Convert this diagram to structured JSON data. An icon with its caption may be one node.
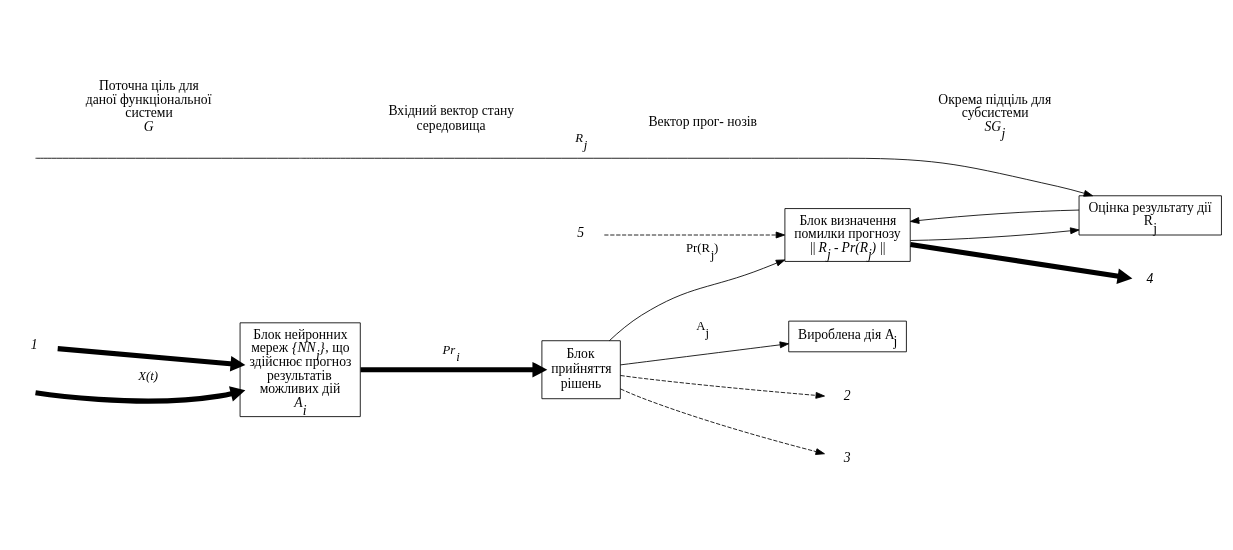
{
  "diagram": {
    "nodes": [
      {
        "text": [
          "Блок нейронних мереж *{NN$_{i}$}*, що здійснює прогноз результатів можливих дій *A$_{i}$*"
        ]
      },
      {
        "text": [
          "Блок прийняття рішень"
        ]
      },
      {
        "text": [
          "Блок визначення помилки прогнозу || *R$_{j}$* - *Pr(R$_{j}$)* ||"
        ]
      },
      {
        "text": [
          "Оцінка результату дії R$_{j}$"
        ]
      },
      {
        "text": [
          "Вироблена дія A$_{j}$"
        ]
      },
      {
        "text": [
          "*1*"
        ]
      },
      {
        "text": [
          "*2*"
        ]
      },
      {
        "text": [
          "*3*"
        ]
      },
      {
        "text": [
          "*4*"
        ]
      },
      {
        "text": [
          "*5*"
        ]
      }
    ],
    "edges": [
      {
        "from": null,
        "to": 0,
        "arrow": "to",
        "label": "*X(t)*",
        "style": "thick"
      },
      {
        "from": 5,
        "to": 0,
        "arrow": "to",
        "style": "thick"
      },
      {
        "from": 0,
        "to": 1,
        "arrow": "to",
        "label": "*Pr$_{i}$*",
        "style": "thick"
      },
      {
        "from": 1,
        "to": 6,
        "arrow": "to",
        "style": "dashed"
      },
      {
        "from": 1,
        "to": 7,
        "arrow": "to",
        "style": "dashed"
      },
      {
        "from": 1,
        "to": 2,
        "arrow": "to",
        "label": "Pr(R$_{j}$)"
      },
      {
        "from": 1,
        "to": 4,
        "arrow": "to",
        "label": "A$_{j}$"
      },
      {
        "from": 2,
        "to": 8,
        "arrow": "to",
        "style": "thick"
      },
      {
        "from": 9,
        "to": 2,
        "arrow": "to",
        "style": "dashed"
      },
      {
        "from": 2,
        "to": 3,
        "arrow": "to"
      },
      {
        "from": 3,
        "to": 2,
        "arrow": "to"
      },
      {
        "from": null,
        "to": 3,
        "arrow": "to",
        "label": "*R$_{j}$*"
      }
    ],
    "labels": [
      "Поточна ціль для даної функціональної системи *G*",
      "Вхідний вектор стану середовища",
      "Вектор прог- нозів",
      "Окрема підціль для субсистеми *SG$_{j}$*"
    ]
  }
}
